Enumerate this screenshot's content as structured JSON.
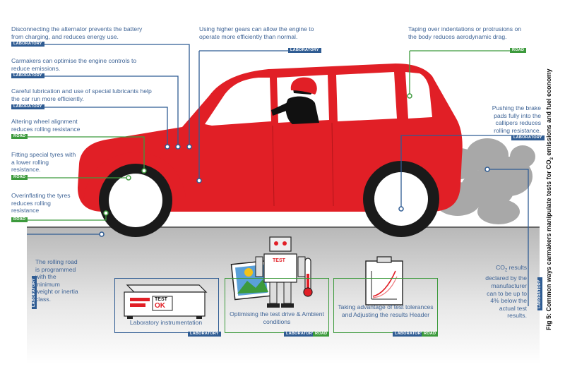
{
  "callouts": {
    "alternator": {
      "text": "Disconnecting the alternator prevents the battery from charging, and reduces energy use.",
      "tag": "LABORATORY"
    },
    "engine_controls": {
      "text": "Carmakers can optimise the engine controls to reduce emissions.",
      "tag": "LABORATORY"
    },
    "lubrication": {
      "text": "Careful lubrication and use of special lubricants help the car run more efficiently.",
      "tag": "LABORATORY"
    },
    "alignment": {
      "text": "Altering wheel alignment reduces rolling resistance",
      "tag": "ROAD"
    },
    "tyres": {
      "text": "Fitting special tyres with a lower rolling resistance.",
      "tag": "ROAD"
    },
    "overinflating": {
      "text": "Overinflating the tyres reduces rolling resistance",
      "tag": "ROAD"
    },
    "gears": {
      "text": "Using higher gears can allow the engine to operate more efficiently than normal.",
      "tag": "LABORATORY"
    },
    "taping": {
      "text": "Taping over indentations or protrusions on the body reduces aerodynamic drag.",
      "tag": "ROAD"
    },
    "brakes": {
      "text": "Pushing the brake pads fully into the callipers reduces rolling resistance.",
      "tag": "LABORATORY"
    },
    "rolling_road": {
      "text": "The rolling road is programmed with the minimum weight or inertia class.",
      "tag": "LABORATORY"
    },
    "co2_results": {
      "text_a": "CO",
      "sub": "2",
      "text_b": " results declared by the manufacturer can to be up to 4% below the actual test results.",
      "tag": "LABORATORY"
    }
  },
  "boxes": {
    "instrumentation": {
      "caption": "Laboratory instrumentation",
      "tag": "LABORATORY",
      "device_label": "TEST",
      "device_ok": "OK"
    },
    "test_drive": {
      "caption": "Optimising the test drive & Ambient conditions",
      "tag_a": "LABORATORY",
      "tag_b": "ROAD",
      "robot_label": "TEST"
    },
    "tolerances": {
      "caption": "Taking advantage of test tolerances and Adjusting the results Header",
      "tag_a": "LABORATORY",
      "tag_b": "ROAD"
    }
  },
  "figure": {
    "caption_a": "Fig 5: Common ways carmakers manipulate tests for CO",
    "caption_sub": "2",
    "caption_b": " emissions and fuel economy"
  },
  "colors": {
    "car_red": "#e11f26",
    "lab_blue": "#2f5c93",
    "road_green": "#3c9a3c",
    "text_blue": "#3f6496",
    "exhaust_grey": "#9a9a9a"
  }
}
